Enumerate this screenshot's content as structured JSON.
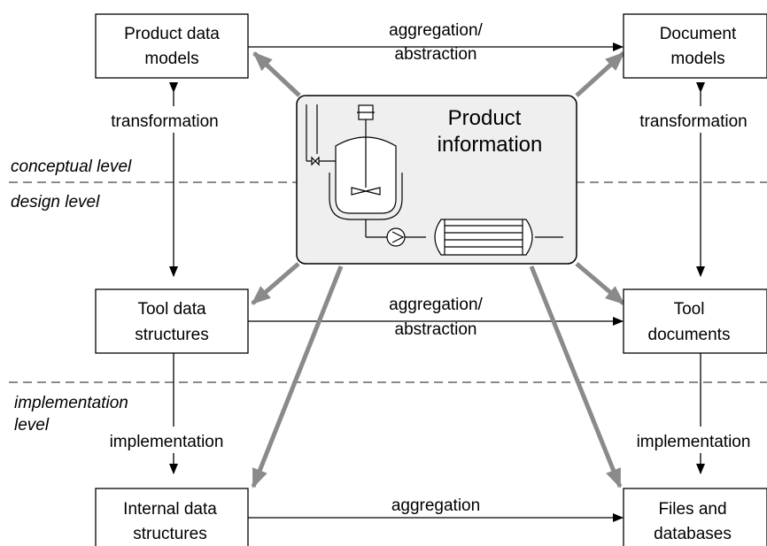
{
  "boxes": {
    "product_data_models": [
      "Product data",
      "models"
    ],
    "document_models": [
      "Document",
      "models"
    ],
    "tool_data_structures": [
      "Tool data",
      "structures"
    ],
    "tool_documents": [
      "Tool",
      "documents"
    ],
    "internal_data_structures": [
      "Internal data",
      "structures"
    ],
    "files_and_databases": [
      "Files and",
      "databases"
    ]
  },
  "center": {
    "title_line1": "Product",
    "title_line2": "information"
  },
  "edges": {
    "top_aggregation": [
      "aggregation/",
      "abstraction"
    ],
    "middle_aggregation": [
      "aggregation/",
      "abstraction"
    ],
    "bottom_aggregation": "aggregation",
    "left_transformation": "transformation",
    "right_transformation": "transformation",
    "left_implementation": "implementation",
    "right_implementation": "implementation"
  },
  "levels": {
    "conceptual": "conceptual level",
    "design": "design level",
    "implementation_line1": "implementation",
    "implementation_line2": "level"
  },
  "colors": {
    "thick_arrow": "#8a8a8a",
    "center_fill": "#efefef",
    "line": "#000000"
  }
}
